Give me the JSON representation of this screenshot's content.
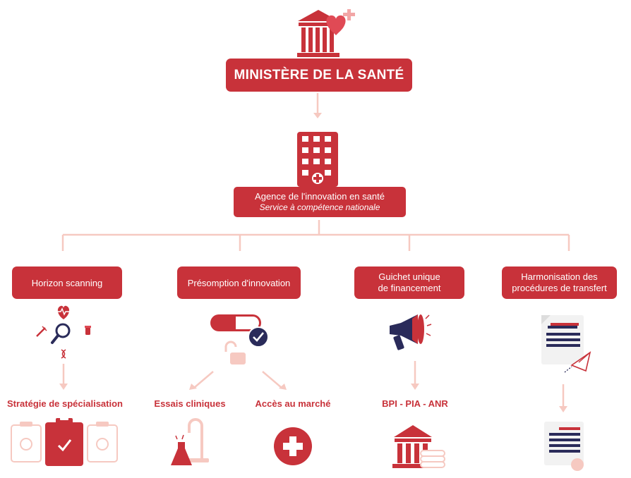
{
  "colors": {
    "primary": "#c8323a",
    "light": "#f6c9c1",
    "navy": "#2a2b5a",
    "white": "#ffffff"
  },
  "ministry": {
    "label": "MINISTÈRE DE LA SANTÉ",
    "icon": "ministry-building-heart-icon"
  },
  "agency": {
    "title": "Agence de l'innovation en santé",
    "subtitle": "Service à compétence nationale",
    "icon": "hospital-building-icon"
  },
  "branches": [
    {
      "label": "Horizon scanning",
      "icons": [
        "heartbeat-icon",
        "magnifier-icon",
        "syringe-icon",
        "pill-bottle-icon",
        "dna-icon"
      ]
    },
    {
      "label_line1": "Présomption d'innovation",
      "icons": [
        "capsule-check-icon",
        "unlocked-padlock-icon"
      ]
    },
    {
      "label_line1": "Guichet unique",
      "label_line2": "de financement",
      "icons": [
        "megaphone-icon"
      ]
    },
    {
      "label_line1": "Harmonisation des",
      "label_line2": "procédures de transfert",
      "icons": [
        "document-icon",
        "paper-plane-icon"
      ]
    }
  ],
  "outcomes": {
    "specialisation": "Stratégie de spécialisation",
    "essais": "Essais cliniques",
    "acces": "Accès au marché",
    "financement": "BPI - PIA - ANR"
  },
  "bottom_icons": [
    "clipboard-set-icon",
    "lab-flask-microscope-icon",
    "medical-cross-icon",
    "bank-coins-icon",
    "certified-document-icon"
  ]
}
